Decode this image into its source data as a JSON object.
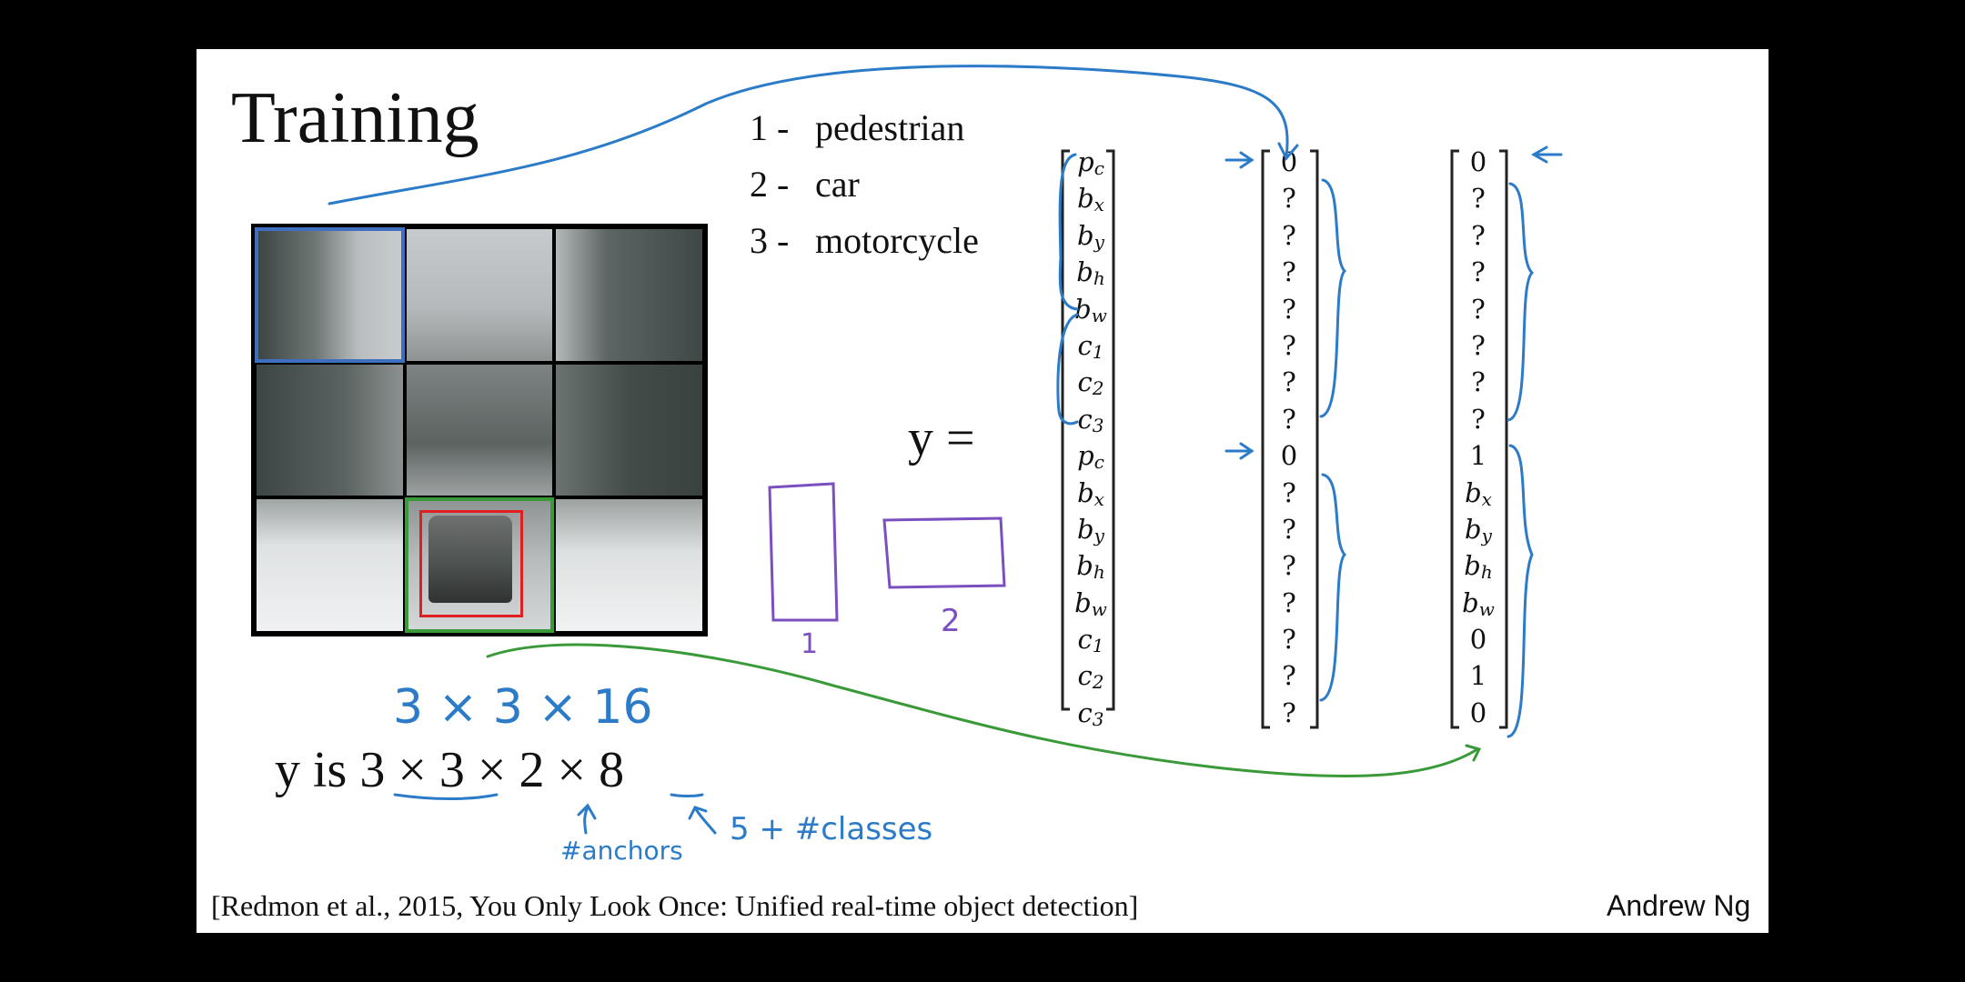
{
  "slide": {
    "title": "Training",
    "classes": [
      {
        "num": "1 -",
        "label": "pedestrian"
      },
      {
        "num": "2 -",
        "label": "car"
      },
      {
        "num": "3 -",
        "label": "motorcycle"
      }
    ],
    "y_equals": "y  =",
    "y_is": "y  is 3 × 3 × 2 × 8",
    "citation": "[Redmon et al., 2015, You Only Look Once: Unified real-time object detection]",
    "author": "Andrew Ng"
  },
  "handwriting": {
    "dims": "3 × 3 × 16",
    "anchors": "#anchors",
    "five_plus_classes": "5 + #classes",
    "anchor1": "1",
    "anchor2": "2"
  },
  "vectors": {
    "definition": [
      "p_c",
      "b_x",
      "b_y",
      "b_h",
      "b_w",
      "c_1",
      "c_2",
      "c_3",
      "p_c",
      "b_x",
      "b_y",
      "b_h",
      "b_w",
      "c_1",
      "c_2",
      "c_3"
    ],
    "example1": [
      "0",
      "?",
      "?",
      "?",
      "?",
      "?",
      "?",
      "?",
      "0",
      "?",
      "?",
      "?",
      "?",
      "?",
      "?",
      "?"
    ],
    "example2": [
      "0",
      "?",
      "?",
      "?",
      "?",
      "?",
      "?",
      "?",
      "1",
      "b_x",
      "b_y",
      "b_h",
      "b_w",
      "0",
      "1",
      "0"
    ]
  },
  "colors": {
    "background": "#000000",
    "slide": "#ffffff",
    "ink_blue": "#2b7bc8",
    "ink_green": "#3a9a3a",
    "ink_purple": "#7b4fc0",
    "box_red": "#e02020"
  }
}
